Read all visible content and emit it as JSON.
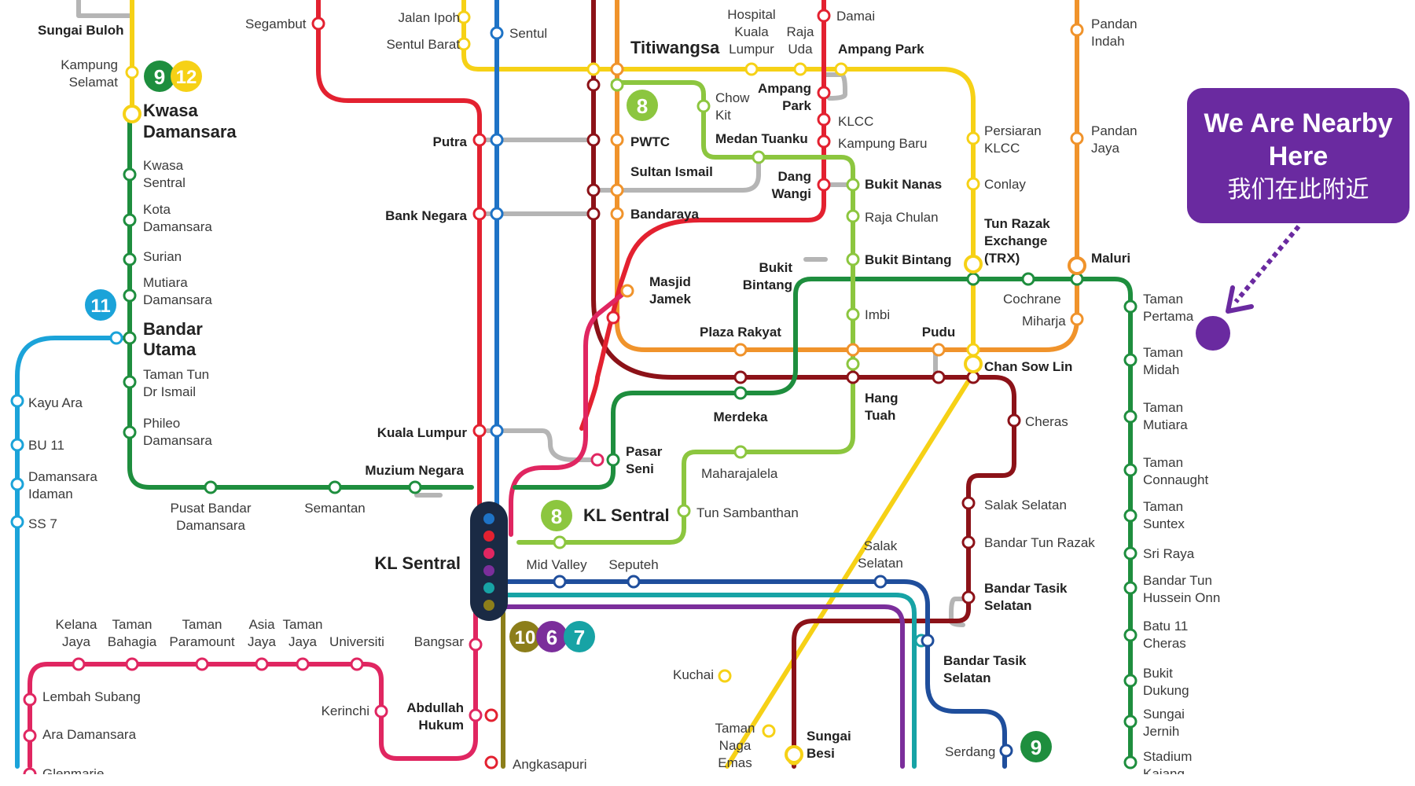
{
  "callout": {
    "line1": "We Are Nearby",
    "line2": "Here",
    "line3": "我们在此附近"
  },
  "colors": {
    "orange": "#F0932B",
    "yellow": "#F6D116",
    "maroon": "#8C1218",
    "red": "#E32130",
    "blue": "#1E73C6",
    "grey": "#B5B5B5",
    "green": "#1E8E3E",
    "lime": "#8CC63F",
    "cyan": "#1BA3D9",
    "magenta": "#E02661",
    "navy": "#1F4E9C",
    "purple": "#7B2E9B",
    "teal": "#17A3A5",
    "olive": "#8C7E1A",
    "callout": "#6a2aa0"
  },
  "badges": {
    "b9a": "9",
    "b12": "12",
    "b8a": "8",
    "b11": "11",
    "b8b": "8",
    "b10": "10",
    "b6": "6",
    "b7": "7",
    "b9b": "9"
  },
  "stations": {
    "sungai_buloh": "Sungai Buloh",
    "kampung_selamat_1": "Kampung",
    "kampung_selamat_2": "Selamat",
    "kwasa_damansara_1": "Kwasa",
    "kwasa_damansara_2": "Damansara",
    "kwasa_sentral_1": "Kwasa",
    "kwasa_sentral_2": "Sentral",
    "kota_damansara_1": "Kota",
    "kota_damansara_2": "Damansara",
    "surian": "Surian",
    "mutiara_damansara_1": "Mutiara",
    "mutiara_damansara_2": "Damansara",
    "bandar_utama_1": "Bandar",
    "bandar_utama_2": "Utama",
    "ttdi_1": "Taman Tun",
    "ttdi_2": "Dr Ismail",
    "phileo_1": "Phileo",
    "phileo_2": "Damansara",
    "kayu_ara": "Kayu Ara",
    "bu11": "BU 11",
    "damansara_idaman_1": "Damansara",
    "damansara_idaman_2": "Idaman",
    "ss7": "SS 7",
    "pusat_bandar_1": "Pusat Bandar",
    "pusat_bandar_2": "Damansara",
    "semantan": "Semantan",
    "segambut": "Segambut",
    "jalan_ipoh": "Jalan Ipoh",
    "sentul_barat": "Sentul Barat",
    "sentul": "Sentul",
    "titiwangsa": "Titiwangsa",
    "hkl_1": "Hospital",
    "hkl_2": "Kuala",
    "hkl_3": "Lumpur",
    "raja_uda_1": "Raja",
    "raja_uda_2": "Uda",
    "damai": "Damai",
    "ampang_park_a": "Ampang Park",
    "pandan_indah_1": "Pandan",
    "pandan_indah_2": "Indah",
    "putra": "Putra",
    "pwtc": "PWTC",
    "chow_kit_1": "Chow",
    "chow_kit_2": "Kit",
    "ampang_park_b1": "Ampang",
    "ampang_park_b2": "Park",
    "medan_tuanku": "Medan Tuanku",
    "klcc": "KLCC",
    "kampung_baru": "Kampung Baru",
    "persiaran_klcc_1": "Persiaran",
    "persiaran_klcc_2": "KLCC",
    "pandan_jaya_1": "Pandan",
    "pandan_jaya_2": "Jaya",
    "sultan_ismail": "Sultan Ismail",
    "dang_wangi_1": "Dang",
    "dang_wangi_2": "Wangi",
    "bukit_nanas": "Bukit Nanas",
    "conlay": "Conlay",
    "bank_negara": "Bank Negara",
    "bandaraya": "Bandaraya",
    "raja_chulan": "Raja Chulan",
    "trx_1": "Tun Razak",
    "trx_2": "Exchange",
    "trx_3": "(TRX)",
    "maluri": "Maluri",
    "masjid_jamek_1": "Masjid",
    "masjid_jamek_2": "Jamek",
    "bukit_bintang_a1": "Bukit",
    "bukit_bintang_a2": "Bintang",
    "bukit_bintang_b": "Bukit Bintang",
    "cochrane": "Cochrane",
    "miharja": "Miharja",
    "taman_pertama_1": "Taman",
    "taman_pertama_2": "Pertama",
    "imbi": "Imbi",
    "pudu": "Pudu",
    "plaza_rakyat": "Plaza Rakyat",
    "chan_sow_lin": "Chan Sow Lin",
    "taman_midah_1": "Taman",
    "taman_midah_2": "Midah",
    "hang_tuah_1": "Hang",
    "hang_tuah_2": "Tuah",
    "merdeka": "Merdeka",
    "cheras": "Cheras",
    "taman_mutiara_1": "Taman",
    "taman_mutiara_2": "Mutiara",
    "kuala_lumpur": "Kuala Lumpur",
    "pasar_seni_1": "Pasar",
    "pasar_seni_2": "Seni",
    "muzium_negara": "Muzium Negara",
    "maharajalela": "Maharajalela",
    "taman_connaught_1": "Taman",
    "taman_connaught_2": "Connaught",
    "salak_selatan_a": "Salak Selatan",
    "kl_sentral_a": "KL Sentral",
    "tun_sambanthan": "Tun Sambanthan",
    "taman_suntex_1": "Taman",
    "taman_suntex_2": "Suntex",
    "bandar_tun_razak": "Bandar Tun Razak",
    "sri_raya": "Sri Raya",
    "kl_sentral_b": "KL Sentral",
    "mid_valley": "Mid Valley",
    "seputeh": "Seputeh",
    "salak_selatan_b1": "Salak",
    "salak_selatan_b2": "Selatan",
    "btho_1": "Bandar Tun",
    "btho_2": "Hussein Onn",
    "bts_a1": "Bandar Tasik",
    "bts_a2": "Selatan",
    "kelana_jaya_1": "Kelana",
    "kelana_jaya_2": "Jaya",
    "taman_bahagia_1": "Taman",
    "taman_bahagia_2": "Bahagia",
    "taman_paramount_1": "Taman",
    "taman_paramount_2": "Paramount",
    "asia_jaya_1": "Asia",
    "asia_jaya_2": "Jaya",
    "taman_jaya_1": "Taman",
    "taman_jaya_2": "Jaya",
    "universiti": "Universiti",
    "bangsar": "Bangsar",
    "batu11_1": "Batu 11",
    "batu11_2": "Cheras",
    "bts_b1": "Bandar Tasik",
    "bts_b2": "Selatan",
    "kuchai": "Kuchai",
    "bukit_dukung_1": "Bukit",
    "bukit_dukung_2": "Dukung",
    "lembah_subang": "Lembah Subang",
    "abdullah_hukum_1": "Abdullah",
    "abdullah_hukum_2": "Hukum",
    "kerinchi": "Kerinchi",
    "sungai_jernih_1": "Sungai",
    "sungai_jernih_2": "Jernih",
    "ara_damansara": "Ara Damansara",
    "taman_naga_emas_1": "Taman",
    "taman_naga_emas_2": "Naga",
    "taman_naga_emas_3": "Emas",
    "sungai_besi_1": "Sungai",
    "sungai_besi_2": "Besi",
    "serdang": "Serdang",
    "stadium_kajang_1": "Stadium",
    "stadium_kajang_2": "Kajang",
    "glenmarie": "Glenmarie",
    "angkasapuri": "Angkasapuri"
  }
}
